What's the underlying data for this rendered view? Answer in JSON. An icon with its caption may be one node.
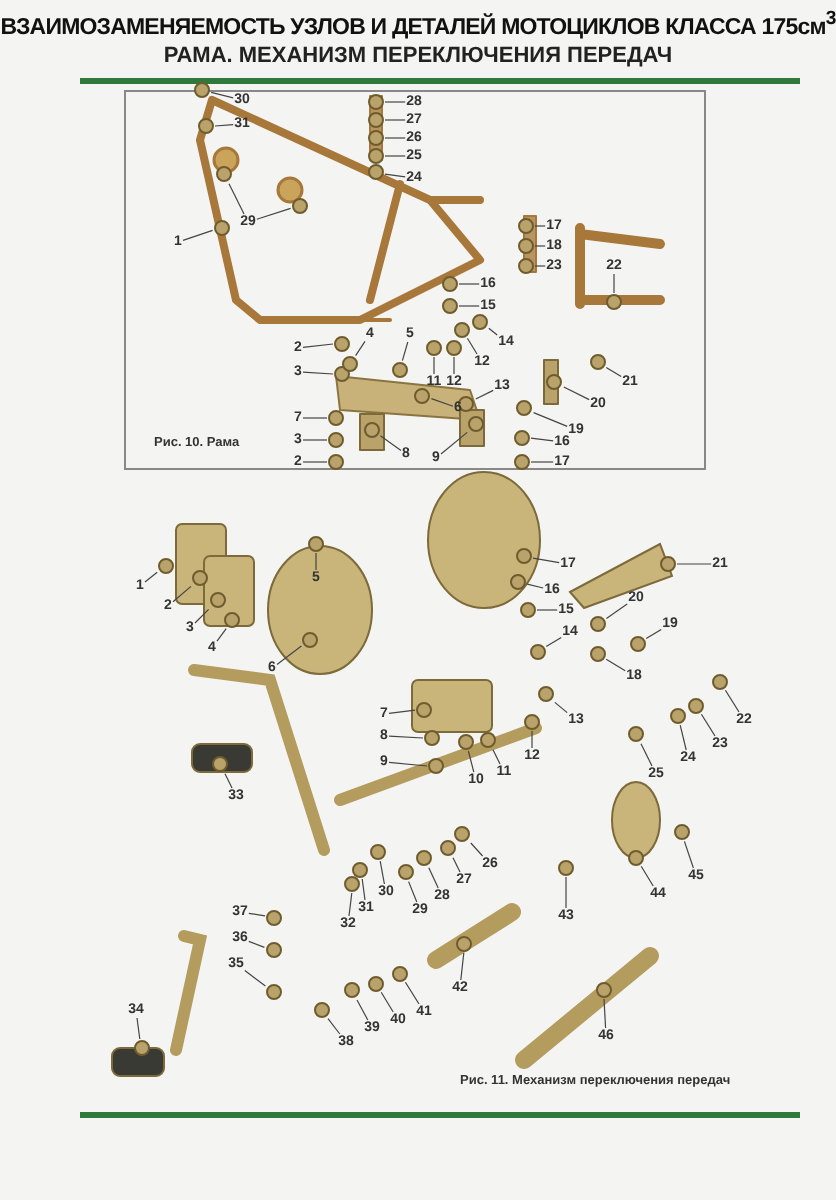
{
  "diagram": {
    "title": "ВЗАИМОЗАМЕНЯЕМОСТЬ УЗЛОВ И ДЕТАЛЕЙ МОТОЦИКЛОВ КЛАССА 175см$^{3}$",
    "nodes": [
      {
        "text": [
          "Рис. 10. Рама"
        ]
      },
      {
        "text": [
          "30"
        ],
        "in": 0
      },
      {
        "text": [
          "31"
        ],
        "in": 0
      },
      {
        "text": [
          "29"
        ],
        "in": 0
      },
      {
        "text": [
          "1"
        ],
        "in": 0
      },
      {
        "text": [
          "2"
        ],
        "in": 0
      },
      {
        "text": [
          "3"
        ],
        "in": 0
      },
      {
        "text": [
          "4"
        ],
        "in": 0
      },
      {
        "text": [
          "5"
        ],
        "in": 0
      },
      {
        "text": [
          "6"
        ],
        "in": 0
      },
      {
        "text": [
          "11"
        ],
        "in": 0
      },
      {
        "text": [
          "12"
        ],
        "in": 0
      },
      {
        "text": [
          "7"
        ],
        "in": 0
      },
      {
        "text": [
          "3"
        ],
        "in": 0
      },
      {
        "text": [
          "2"
        ],
        "in": 0
      },
      {
        "text": [
          "8"
        ],
        "in": 0
      },
      {
        "text": [
          "9"
        ],
        "in": 0
      },
      {
        "text": [
          "28"
        ],
        "in": 0
      },
      {
        "text": [
          "27"
        ],
        "in": 0
      },
      {
        "text": [
          "26"
        ],
        "in": 0
      },
      {
        "text": [
          "25"
        ],
        "in": 0
      },
      {
        "text": [
          "24"
        ],
        "in": 0
      },
      {
        "text": [
          "17"
        ],
        "in": 0
      },
      {
        "text": [
          "18"
        ],
        "in": 0
      },
      {
        "text": [
          "23"
        ],
        "in": 0
      },
      {
        "text": [
          "22"
        ],
        "in": 0
      },
      {
        "text": [
          "16"
        ],
        "in": 0
      },
      {
        "text": [
          "15"
        ],
        "in": 0
      },
      {
        "text": [
          "14"
        ],
        "in": 0
      },
      {
        "text": [
          "12"
        ],
        "in": 0
      },
      {
        "text": [
          "13"
        ],
        "in": 0
      },
      {
        "text": [
          "19"
        ],
        "in": 0
      },
      {
        "text": [
          "20"
        ],
        "in": 0
      },
      {
        "text": [
          "21"
        ],
        "in": 0
      },
      {
        "text": [
          "16"
        ],
        "in": 0
      },
      {
        "text": [
          "17"
        ],
        "in": 0
      },
      {
        "text": [],
        "shape": "circle",
        "in": 0
      },
      {
        "text": [],
        "shape": "circle",
        "in": 0
      },
      {
        "text": [],
        "shape": "circle",
        "in": 0
      },
      {
        "text": [],
        "shape": "circle",
        "in": 0
      },
      {
        "text": [],
        "shape": "circle",
        "in": 0
      },
      {
        "text": [],
        "shape": "circle",
        "in": 0
      },
      {
        "text": [],
        "shape": "circle",
        "in": 0
      },
      {
        "text": [],
        "shape": "circle",
        "in": 0
      },
      {
        "text": [],
        "shape": "circle",
        "in": 0
      },
      {
        "text": [],
        "shape": "circle",
        "in": 0
      },
      {
        "text": [],
        "shape": "circle",
        "in": 0
      },
      {
        "text": [],
        "shape": "circle",
        "in": 0
      },
      {
        "text": [],
        "shape": "circle",
        "in": 0
      },
      {
        "text": [],
        "shape": "circle",
        "in": 0
      },
      {
        "text": [],
        "shape": "circle",
        "in": 0
      },
      {
        "text": [],
        "shape": "circle",
        "in": 0
      },
      {
        "text": [],
        "shape": "circle",
        "in": 0
      },
      {
        "text": [],
        "shape": "circle",
        "in": 0
      },
      {
        "text": [],
        "shape": "circle",
        "in": 0
      },
      {
        "text": [],
        "shape": "circle",
        "in": 0
      },
      {
        "text": [],
        "shape": "circle",
        "in": 0
      },
      {
        "text": [],
        "shape": "circle",
        "in": 0
      },
      {
        "text": [],
        "shape": "circle",
        "in": 0
      },
      {
        "text": [],
        "shape": "circle",
        "in": 0
      },
      {
        "text": [],
        "shape": "circle",
        "in": 0
      },
      {
        "text": [],
        "shape": "circle",
        "in": 0
      },
      {
        "text": [],
        "shape": "circle",
        "in": 0
      },
      {
        "text": [],
        "shape": "circle",
        "in": 0
      },
      {
        "text": [],
        "shape": "circle",
        "in": 0
      },
      {
        "text": [],
        "shape": "circle",
        "in": 0
      },
      {
        "text": [],
        "shape": "circle",
        "in": 0
      },
      {
        "text": [],
        "shape": "circle",
        "in": 0
      },
      {
        "text": [],
        "shape": "circle",
        "in": 0
      },
      {
        "text": [],
        "shape": "circle",
        "in": 0
      },
      {
        "text": [],
        "shape": "circle",
        "in": 0
      },
      {
        "text": [],
        "shape": "circle",
        "in": 0
      },
      {
        "text": [
          "1"
        ]
      },
      {
        "text": [
          "2"
        ]
      },
      {
        "text": [
          "3"
        ]
      },
      {
        "text": [
          "4"
        ]
      },
      {
        "text": [
          "5"
        ]
      },
      {
        "text": [
          "6"
        ]
      },
      {
        "text": [
          "17"
        ]
      },
      {
        "text": [
          "16"
        ]
      },
      {
        "text": [
          "15"
        ]
      },
      {
        "text": [
          "14"
        ]
      },
      {
        "text": [
          "21"
        ]
      },
      {
        "text": [
          "20"
        ]
      },
      {
        "text": [
          "19"
        ]
      },
      {
        "text": [
          "18"
        ]
      },
      {
        "text": [
          "7"
        ]
      },
      {
        "text": [
          "8"
        ]
      },
      {
        "text": [
          "9"
        ]
      },
      {
        "text": [
          "10"
        ]
      },
      {
        "text": [
          "11"
        ]
      },
      {
        "text": [
          "12"
        ]
      },
      {
        "text": [
          "13"
        ]
      },
      {
        "text": [
          "22"
        ]
      },
      {
        "text": [
          "23"
        ]
      },
      {
        "text": [
          "24"
        ]
      },
      {
        "text": [
          "25"
        ]
      },
      {
        "text": [
          "33"
        ]
      },
      {
        "text": [
          "32"
        ]
      },
      {
        "text": [
          "31"
        ]
      },
      {
        "text": [
          "30"
        ]
      },
      {
        "text": [
          "29"
        ]
      },
      {
        "text": [
          "28"
        ]
      },
      {
        "text": [
          "27"
        ]
      },
      {
        "text": [
          "26"
        ]
      },
      {
        "text": [
          "43"
        ]
      },
      {
        "text": [
          "44"
        ]
      },
      {
        "text": [
          "45"
        ]
      },
      {
        "text": [
          "37"
        ]
      },
      {
        "text": [
          "36"
        ]
      },
      {
        "text": [
          "35"
        ]
      },
      {
        "text": [
          "34"
        ]
      },
      {
        "text": [
          "42"
        ]
      },
      {
        "text": [
          "41"
        ]
      },
      {
        "text": [
          "40"
        ]
      },
      {
        "text": [
          "39"
        ]
      },
      {
        "text": [
          "38"
        ]
      },
      {
        "text": [
          "46"
        ]
      },
      {
        "text": [],
        "shape": "circle"
      },
      {
        "text": [],
        "shape": "circle"
      },
      {
        "text": [],
        "shape": "circle"
      },
      {
        "text": [],
        "shape": "circle"
      },
      {
        "text": [],
        "shape": "circle"
      },
      {
        "text": [],
        "shape": "circle"
      },
      {
        "text": [],
        "shape": "circle"
      },
      {
        "text": [],
        "shape": "circle"
      },
      {
        "text": [],
        "shape": "circle"
      },
      {
        "text": [],
        "shape": "circle"
      },
      {
        "text": [],
        "shape": "circle"
      },
      {
        "text": [],
        "shape": "circle"
      },
      {
        "text": [],
        "shape": "circle"
      },
      {
        "text": [],
        "shape": "circle"
      },
      {
        "text": [],
        "shape": "circle"
      },
      {
        "text": [],
        "shape": "circle"
      },
      {
        "text": [],
        "shape": "circle"
      },
      {
        "text": [],
        "shape": "circle"
      },
      {
        "text": [],
        "shape": "circle"
      },
      {
        "text": [],
        "shape": "circle"
      },
      {
        "text": [],
        "shape": "circle"
      },
      {
        "text": [],
        "shape": "circle"
      },
      {
        "text": [],
        "shape": "circle"
      },
      {
        "text": [],
        "shape": "circle"
      },
      {
        "text": [],
        "shape": "circle"
      },
      {
        "text": [],
        "shape": "circle"
      },
      {
        "text": [],
        "shape": "circle"
      },
      {
        "text": [],
        "shape": "circle"
      },
      {
        "text": [],
        "shape": "circle"
      },
      {
        "text": [],
        "shape": "circle"
      },
      {
        "text": [],
        "shape": "circle"
      },
      {
        "text": [],
        "shape": "circle"
      },
      {
        "text": [],
        "shape": "circle"
      },
      {
        "text": [],
        "shape": "circle"
      },
      {
        "text": [],
        "shape": "circle"
      },
      {
        "text": [],
        "shape": "circle"
      },
      {
        "text": [],
        "shape": "circle"
      },
      {
        "text": [],
        "shape": "circle"
      },
      {
        "text": [],
        "shape": "circle"
      },
      {
        "text": [],
        "shape": "circle"
      },
      {
        "text": [],
        "shape": "circle"
      },
      {
        "text": [],
        "shape": "circle"
      },
      {
        "text": [],
        "shape": "circle"
      },
      {
        "text": [],
        "shape": "circle"
      },
      {
        "text": [],
        "shape": "circle"
      },
      {
        "text": [],
        "shape": "circle"
      }
    ],
    "edges": [
      {
        "from": 1,
        "to": 36,
        "arrow": "none"
      },
      {
        "from": 2,
        "to": 37,
        "arrow": "none"
      },
      {
        "from": 3,
        "to": 38,
        "arrow": "none"
      },
      {
        "from": 3,
        "to": 39,
        "arrow": "none"
      },
      {
        "from": 4,
        "to": 40,
        "arrow": "none"
      },
      {
        "from": 5,
        "to": 41,
        "arrow": "none"
      },
      {
        "from": 6,
        "to": 42,
        "arrow": "none"
      },
      {
        "from": 7,
        "to": 43,
        "arrow": "none"
      },
      {
        "from": 8,
        "to": 44,
        "arrow": "none"
      },
      {
        "from": 9,
        "to": 45,
        "arrow": "none"
      },
      {
        "from": 10,
        "to": 46,
        "arrow": "none"
      },
      {
        "from": 11,
        "to": 47,
        "arrow": "none"
      },
      {
        "from": 12,
        "to": 48,
        "arrow": "none"
      },
      {
        "from": 13,
        "to": 49,
        "arrow": "none"
      },
      {
        "from": 14,
        "to": 50,
        "arrow": "none"
      },
      {
        "from": 15,
        "to": 51,
        "arrow": "none"
      },
      {
        "from": 16,
        "to": 52,
        "arrow": "none"
      },
      {
        "from": 17,
        "to": 53,
        "arrow": "none"
      },
      {
        "from": 18,
        "to": 54,
        "arrow": "none"
      },
      {
        "from": 19,
        "to": 55,
        "arrow": "none"
      },
      {
        "from": 20,
        "to": 56,
        "arrow": "none"
      },
      {
        "from": 21,
        "to": 57,
        "arrow": "none"
      },
      {
        "from": 22,
        "to": 58,
        "arrow": "none"
      },
      {
        "from": 23,
        "to": 59,
        "arrow": "none"
      },
      {
        "from": 24,
        "to": 60,
        "arrow": "none"
      },
      {
        "from": 25,
        "to": 61,
        "arrow": "none"
      },
      {
        "from": 26,
        "to": 62,
        "arrow": "none"
      },
      {
        "from": 27,
        "to": 63,
        "arrow": "none"
      },
      {
        "from": 28,
        "to": 64,
        "arrow": "none"
      },
      {
        "from": 29,
        "to": 65,
        "arrow": "none"
      },
      {
        "from": 30,
        "to": 66,
        "arrow": "none"
      },
      {
        "from": 31,
        "to": 67,
        "arrow": "none"
      },
      {
        "from": 32,
        "to": 68,
        "arrow": "none"
      },
      {
        "from": 33,
        "to": 69,
        "arrow": "none"
      },
      {
        "from": 34,
        "to": 70,
        "arrow": "none"
      },
      {
        "from": 35,
        "to": 71,
        "arrow": "none"
      },
      {
        "from": 72,
        "to": 118,
        "arrow": "none"
      },
      {
        "from": 73,
        "to": 119,
        "arrow": "none"
      },
      {
        "from": 74,
        "to": 120,
        "arrow": "none"
      },
      {
        "from": 75,
        "to": 121,
        "arrow": "none"
      },
      {
        "from": 76,
        "to": 122,
        "arrow": "none"
      },
      {
        "from": 77,
        "to": 123,
        "arrow": "none"
      },
      {
        "from": 78,
        "to": 124,
        "arrow": "none"
      },
      {
        "from": 79,
        "to": 125,
        "arrow": "none"
      },
      {
        "from": 80,
        "to": 126,
        "arrow": "none"
      },
      {
        "from": 81,
        "to": 127,
        "arrow": "none"
      },
      {
        "from": 82,
        "to": 128,
        "arrow": "none"
      },
      {
        "from": 83,
        "to": 129,
        "arrow": "none"
      },
      {
        "from": 84,
        "to": 130,
        "arrow": "none"
      },
      {
        "from": 85,
        "to": 131,
        "arrow": "none"
      },
      {
        "from": 86,
        "to": 132,
        "arrow": "none"
      },
      {
        "from": 87,
        "to": 133,
        "arrow": "none"
      },
      {
        "from": 88,
        "to": 134,
        "arrow": "none"
      },
      {
        "from": 89,
        "to": 135,
        "arrow": "none"
      },
      {
        "from": 90,
        "to": 136,
        "arrow": "none"
      },
      {
        "from": 91,
        "to": 137,
        "arrow": "none"
      },
      {
        "from": 92,
        "to": 138,
        "arrow": "none"
      },
      {
        "from": 93,
        "to": 139,
        "arrow": "none"
      },
      {
        "from": 94,
        "to": 140,
        "arrow": "none"
      },
      {
        "from": 95,
        "to": 141,
        "arrow": "none"
      },
      {
        "from": 96,
        "to": 142,
        "arrow": "none"
      },
      {
        "from": 97,
        "to": 143,
        "arrow": "none"
      },
      {
        "from": 98,
        "to": 144,
        "arrow": "none"
      },
      {
        "from": 99,
        "to": 145,
        "arrow": "none"
      },
      {
        "from": 100,
        "to": 146,
        "arrow": "none"
      },
      {
        "from": 101,
        "to": 147,
        "arrow": "none"
      },
      {
        "from": 102,
        "to": 148,
        "arrow": "none"
      },
      {
        "from": 103,
        "to": 149,
        "arrow": "none"
      },
      {
        "from": 104,
        "to": 150,
        "arrow": "none"
      },
      {
        "from": 105,
        "to": 151,
        "arrow": "none"
      },
      {
        "from": 106,
        "to": 152,
        "arrow": "none"
      },
      {
        "from": 107,
        "to": 153,
        "arrow": "none"
      },
      {
        "from": 108,
        "to": 154,
        "arrow": "none"
      },
      {
        "from": 109,
        "to": 155,
        "arrow": "none"
      },
      {
        "from": 110,
        "to": 156,
        "arrow": "none"
      },
      {
        "from": 111,
        "to": 157,
        "arrow": "none"
      },
      {
        "from": 112,
        "to": 158,
        "arrow": "none"
      },
      {
        "from": 113,
        "to": 159,
        "arrow": "none"
      },
      {
        "from": 114,
        "to": 160,
        "arrow": "none"
      },
      {
        "from": 115,
        "to": 161,
        "arrow": "none"
      },
      {
        "from": 116,
        "to": 162,
        "arrow": "none"
      },
      {
        "from": 117,
        "to": 163,
        "arrow": "none"
      }
    ],
    "labels": [
      "РАМА. МЕХАНИЗМ ПЕРЕКЛЮЧЕНИЯ ПЕРЕДАЧ",
      "Рис. 11. Механизм переключения передач"
    ]
  }
}
